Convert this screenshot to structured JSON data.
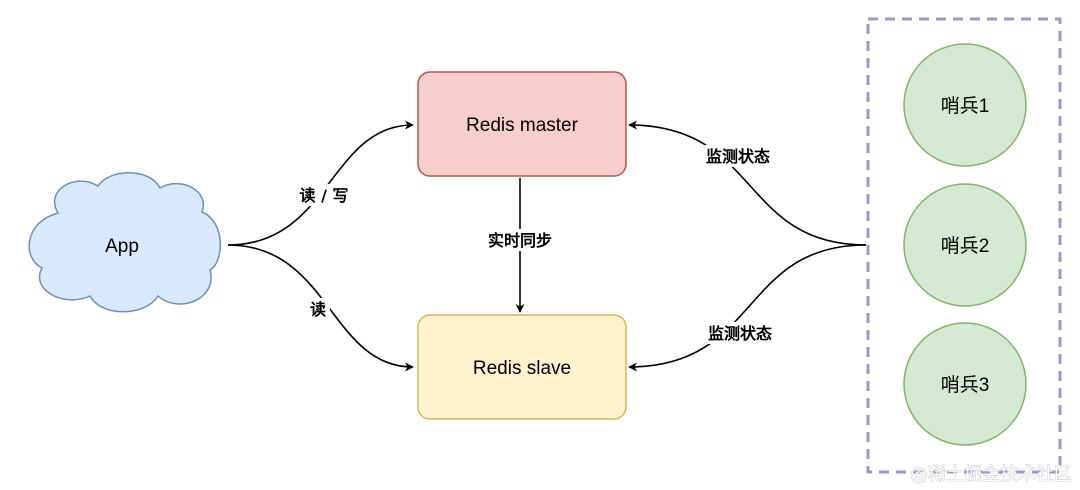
{
  "nodes": {
    "app": {
      "label": "App",
      "fill": "#dae8fc",
      "stroke": "#6c8ebf"
    },
    "master": {
      "label": "Redis master",
      "fill": "#f8cecc",
      "stroke": "#b85450"
    },
    "slave": {
      "label": "Redis slave",
      "fill": "#fff2cc",
      "stroke": "#d6b656"
    },
    "sentinel_group": {
      "stroke": "#9999cc"
    },
    "sentinels": [
      {
        "label": "哨兵1",
        "fill": "#d5e8d4",
        "stroke": "#82b366"
      },
      {
        "label": "哨兵2",
        "fill": "#d5e8d4",
        "stroke": "#82b366"
      },
      {
        "label": "哨兵3",
        "fill": "#d5e8d4",
        "stroke": "#82b366"
      }
    ]
  },
  "edges": {
    "app_to_master": "读 / 写",
    "app_to_slave": "读",
    "master_to_slave": "实时同步",
    "sentinel_to_master": "监测状态",
    "sentinel_to_slave": "监测状态"
  },
  "watermark": "@稀土掘金技术社区"
}
